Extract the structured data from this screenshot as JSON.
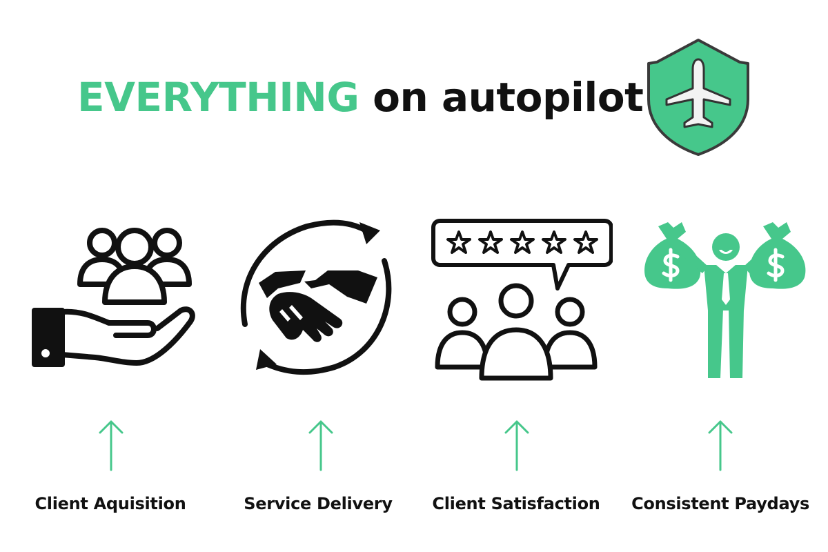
{
  "headline": {
    "accent": "EVERYTHING",
    "rest": "on autopilot"
  },
  "colors": {
    "accent": "#46c78b",
    "ink": "#111111",
    "background": "#ffffff"
  },
  "badge": {
    "icon": "shield-airplane-icon"
  },
  "pillars": [
    {
      "icon": "hand-holding-people-icon",
      "label": "Client Aquisition"
    },
    {
      "icon": "handshake-cycle-icon",
      "label": "Service Delivery"
    },
    {
      "icon": "five-star-review-icon",
      "label": "Client Satisfaction"
    },
    {
      "icon": "person-money-bags-icon",
      "label": "Consistent Paydays"
    }
  ]
}
